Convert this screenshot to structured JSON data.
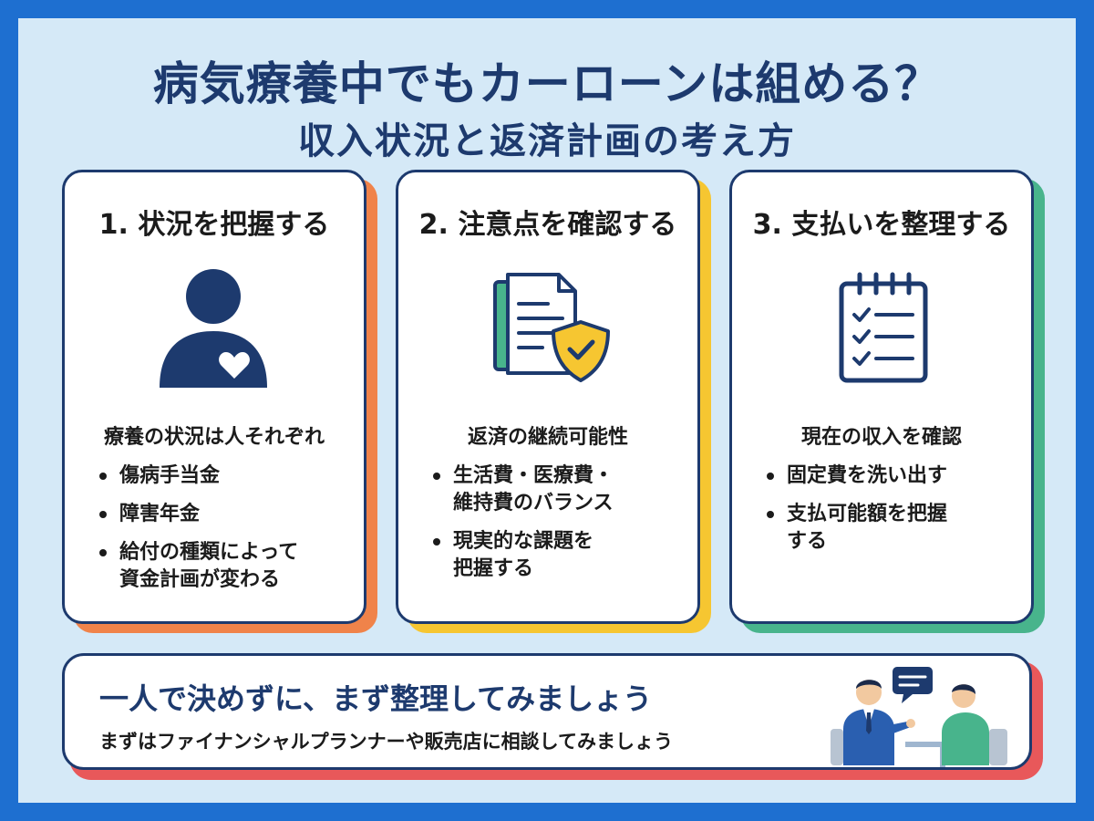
{
  "header": {
    "title": "病気療養中でもカーローンは組める？",
    "subtitle": "収入状況と返済計画の考え方"
  },
  "colors": {
    "frame": "#1e6fd0",
    "background": "#d5e9f7",
    "navy": "#1d3a6e",
    "card1_accent": "#f0834a",
    "card2_accent": "#f6c631",
    "card3_accent": "#48b48c",
    "banner_accent": "#e8585a"
  },
  "cards": [
    {
      "title": "1. 状況を把握する",
      "icon": "person-heart-icon",
      "lead": "療養の状況は人それぞれ",
      "bullets": [
        "傷病手当金",
        "障害年金",
        "給付の種類によって\n資金計画が変わる"
      ]
    },
    {
      "title": "2. 注意点を確認する",
      "icon": "document-shield-icon",
      "lead": "返済の継続可能性",
      "bullets": [
        "生活費・医療費・\n維持費のバランス",
        "現実的な課題を\n把握する"
      ]
    },
    {
      "title": "3. 支払いを整理する",
      "icon": "checklist-calendar-icon",
      "lead": "現在の収入を確認",
      "bullets": [
        "固定費を洗い出す",
        "支払可能額を把握\nする"
      ]
    }
  ],
  "banner": {
    "main": "一人で決めずに、まず整理してみましょう",
    "sub": "まずはファイナンシャルプランナーや販売店に相談してみましょう",
    "illustration": "consultation-icon"
  }
}
